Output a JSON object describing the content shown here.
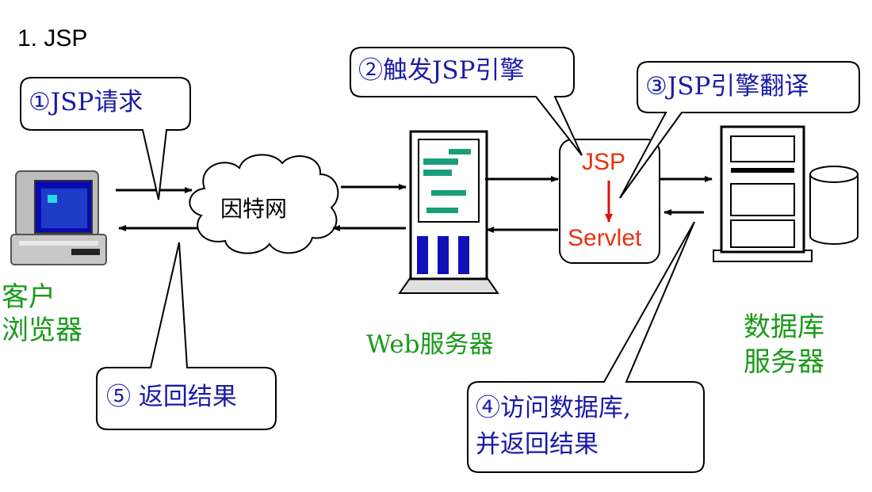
{
  "title": "1. JSP",
  "labels": {
    "client_line1": "客户",
    "client_line2": "浏览器",
    "internet": "因特网",
    "web_server": "Web服务器",
    "db_line1": "数据库",
    "db_line2": "服务器",
    "jsp": "JSP",
    "servlet": "Servlet"
  },
  "callouts": {
    "step1": "①JSP请求",
    "step2": "②触发JSP引擎",
    "step3": "③JSP引擎翻译",
    "step4_line1": "④访问数据库,",
    "step4_line2": "并返回结果",
    "step5": "⑤ 返回结果"
  },
  "colors": {
    "label_green": "#1a9a1a",
    "callout_blue": "#1a1aa8",
    "engine_red": "#e8320e",
    "rack_teal": "#1a9e7a",
    "rack_blue": "#1010b8"
  }
}
